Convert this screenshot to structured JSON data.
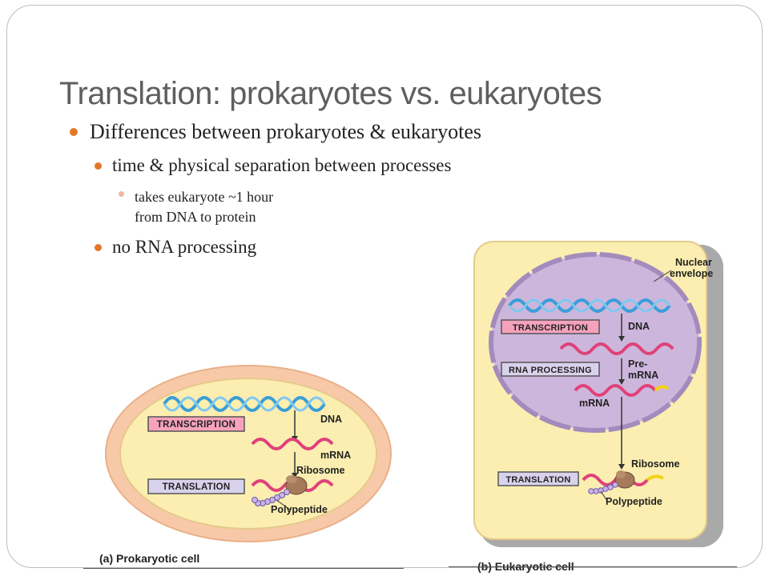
{
  "slide": {
    "title": "Translation: prokaryotes vs. eukaryotes",
    "bullets": {
      "level1": "Differences between prokaryotes & eukaryotes",
      "level2_a": "time & physical separation between processes",
      "level3_line1": "takes eukaryote ~1 hour",
      "level3_line2": "from DNA to protein",
      "level2_b": "no RNA processing"
    }
  },
  "prokaryotic_figure": {
    "caption": "(a) Prokaryotic cell",
    "transcription": "TRANSCRIPTION",
    "translation": "TRANSLATION",
    "dna": "DNA",
    "mrna": "mRNA",
    "ribosome": "Ribosome",
    "polypeptide": "Polypeptide"
  },
  "eukaryotic_figure": {
    "caption": "(b) Eukaryotic cell",
    "nuclear_line1": "Nuclear",
    "nuclear_line2": "envelope",
    "transcription": "TRANSCRIPTION",
    "rna_processing": "RNA PROCESSING",
    "translation": "TRANSLATION",
    "dna": "DNA",
    "pre_line1": "Pre-",
    "pre_line2": "mRNA",
    "mrna": "mRNA",
    "ribosome": "Ribosome",
    "polypeptide": "Polypeptide"
  },
  "colors": {
    "title": "#5f5f5f",
    "bullet": "#e3772b",
    "cell_outer": "#f8c9a8",
    "cell_inner": "#fbeeb0",
    "nucleus": "#cdb6dc",
    "dna": "#3a9ed8",
    "mrna": "#e0417a",
    "transcription_box": "#f6a2bd",
    "translation_box": "#d9d2ec"
  },
  "icons": [
    "bullet-dot",
    "dna-helix",
    "mrna-strand",
    "ribosome",
    "polypeptide-chain"
  ]
}
